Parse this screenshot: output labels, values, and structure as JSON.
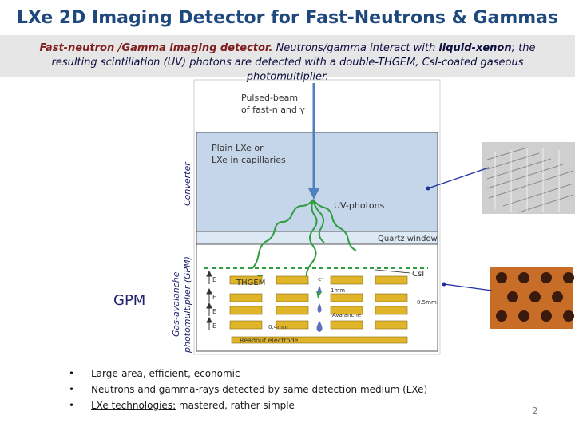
{
  "title": "LXe 2D Imaging Detector for Fast-Neutrons & Gammas",
  "subtitle": {
    "lead": "Fast-neutron /Gamma imaging detector.",
    "text1": " Neutrons/gamma interact with ",
    "emph": "liquid-xenon",
    "text2": "; the resulting scintillation (UV) photons are detected with a double-THGEM, CsI-coated gaseous photomultiplier."
  },
  "side_labels": {
    "converter": "Converter",
    "gpm_line1": "Gas-avalanche",
    "gpm_line2": "photomultiplier (GPM)",
    "gpm": "GPM"
  },
  "diagram": {
    "beam_line1": "Pulsed-beam",
    "beam_line2": "of fast-n and γ",
    "lxe_line1": "Plain LXe or",
    "lxe_line2": "LXe in capillaries",
    "uv": "UV-photons",
    "quartz": "Quartz window",
    "thgem": "THGEM",
    "csi": "CsI",
    "mm1": "1mm",
    "mm05": "0.5mm",
    "avalanche": "Avalanche",
    "mm04": "0.4mm",
    "readout": "Readout electrode",
    "e_label": "E",
    "electron": "e⁻"
  },
  "bullets": [
    {
      "marker": "•",
      "text": "Large-area, efficient, economic"
    },
    {
      "marker": "•",
      "text": "Neutrons and gamma-rays detected by same detection medium (LXe)"
    },
    {
      "marker": "•",
      "lead": "LXe technologies:",
      "rest": " mastered, rather simple"
    }
  ],
  "page_number": "2",
  "colors": {
    "title": "#1f497d",
    "lxe_fill": "#c5d5ea",
    "arrow": "#4f81bd",
    "photon": "#2e9e3e",
    "electrode": "#e0b52a",
    "capillary_bg": "#c86d28"
  }
}
